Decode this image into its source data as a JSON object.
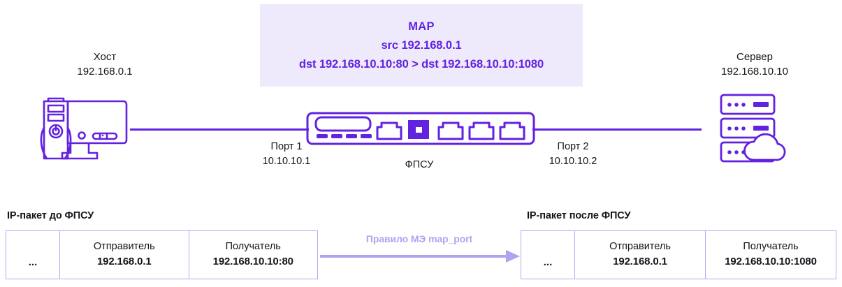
{
  "diagram": {
    "callout": {
      "title": "MAP",
      "line_src": "src 192.168.0.1",
      "line_dst": "dst 192.168.10.10:80 > dst 192.168.10.10:1080",
      "background_color": "#eeeafb",
      "text_color": "#6222e0"
    },
    "accent_color": "#6222e0",
    "light_accent_color": "#b3a2ef",
    "border_color": "#b9a6f2",
    "nodes": [
      {
        "key": "host",
        "name": "Хост",
        "address": "192.168.0.1",
        "icon": "desktop-computer-icon"
      },
      {
        "key": "firewall",
        "name": "ФПСУ",
        "icon": "firewall-appliance-icon"
      },
      {
        "key": "server",
        "name": "Сервер",
        "address": "192.168.10.10",
        "icon": "server-rack-cloud-icon"
      }
    ],
    "ports": [
      {
        "key": "port1",
        "name": "Порт 1",
        "address": "10.10.10.1"
      },
      {
        "key": "port2",
        "name": "Порт 2",
        "address": "10.10.10.2"
      }
    ]
  },
  "packets": {
    "before": {
      "heading": "IP-пакет до ФПСУ",
      "columns": [
        "",
        "Отправитель",
        "Получатель"
      ],
      "ellipsis": "...",
      "values": [
        "192.168.0.1",
        "192.168.10.10:80"
      ]
    },
    "after": {
      "heading": "IP-пакет после ФПСУ",
      "columns": [
        "",
        "Отправитель",
        "Получатель"
      ],
      "ellipsis": "...",
      "values": [
        "192.168.0.1",
        "192.168.10.10:1080"
      ]
    },
    "transform_label": "Правило МЭ map_port"
  }
}
